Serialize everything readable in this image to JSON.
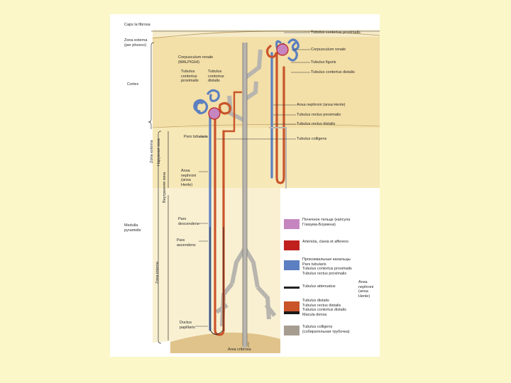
{
  "colors": {
    "page_bg": "#FBF7C8",
    "capsule": "#F6EBC9",
    "cortex": "#F3DFA8",
    "outer_medulla": "#F7E8B8",
    "inner_medulla": "#F9F0D2",
    "papilla": "#E0C38A",
    "proximal": "#5B7FC0",
    "distal": "#C9542A",
    "collecting": "#C8C8C8",
    "glomerulus": "#C586C0",
    "vessels": "#C0201E"
  },
  "labels": {
    "capsula_fibrosa": "Caps la fibrosa",
    "zona_externa": "Zona externa\n(per phoeco)",
    "cortex": "Cortex",
    "corpusculum": "Corpusculum renale\n(MALPIGHI)",
    "tubulus_proximalis": "Tubulus\ncontortus\nproximalis",
    "tubulus_distalis": "Tubulus\ncontortus\ndistalis",
    "pars_tubularis": "Pars tubularis",
    "ansa_nephroni": "Ansa\nnephroni\n(ansa\nHenle)",
    "medulla": "Medulla\npyramidis",
    "pars_descendens": "Pars\ndescendens",
    "pars_ascendens": "Pars\nascendens",
    "ductus_papillaris": "Ductus\npapillaris",
    "area_cribrosa": "Area cribrosa",
    "zona_externa_v": "Наружная\nзона",
    "zona_externa_v2": "Zona\nexterna",
    "zona_interna_v": "Внутренняя\nзона",
    "zona_interna_v2": "Zona interna"
  },
  "right_labels": [
    "Tubulus contortus proximalis",
    "Corpusculum renale",
    "Tubulus figuris",
    "Tubulus contortus distalis",
    "Ansa nephroni (ansa Henle)",
    "Tubulus rectus proximalis",
    "Tubulus rectus distalis",
    "Tubulus colligens"
  ],
  "legend": [
    {
      "color": "#C586C0",
      "text": "Почечное тельце (капсула\nГлизума-Боумена)"
    },
    {
      "color": "#C0201E",
      "text": "Arteriola, clavia et afferens"
    },
    {
      "color": "#5B7FC0",
      "text": "Проксимальные канальцы\nPars tubularis\nTubulus contortus proximalis\nTubulus rectus proximalis"
    },
    {
      "color": "#222222",
      "text": "Tubulus attenuatus"
    },
    {
      "color": "#C9542A",
      "text": "Tubulus distalis\nTubulus rectus distalis\nTubulus contortus distalis\nMacula densa"
    },
    {
      "color": "#A69C90",
      "text": "Tubulus colligens\n(собирательная трубочка)"
    }
  ],
  "legend_side": "Ansa\nnephroni\n(ansa\nHenle)"
}
